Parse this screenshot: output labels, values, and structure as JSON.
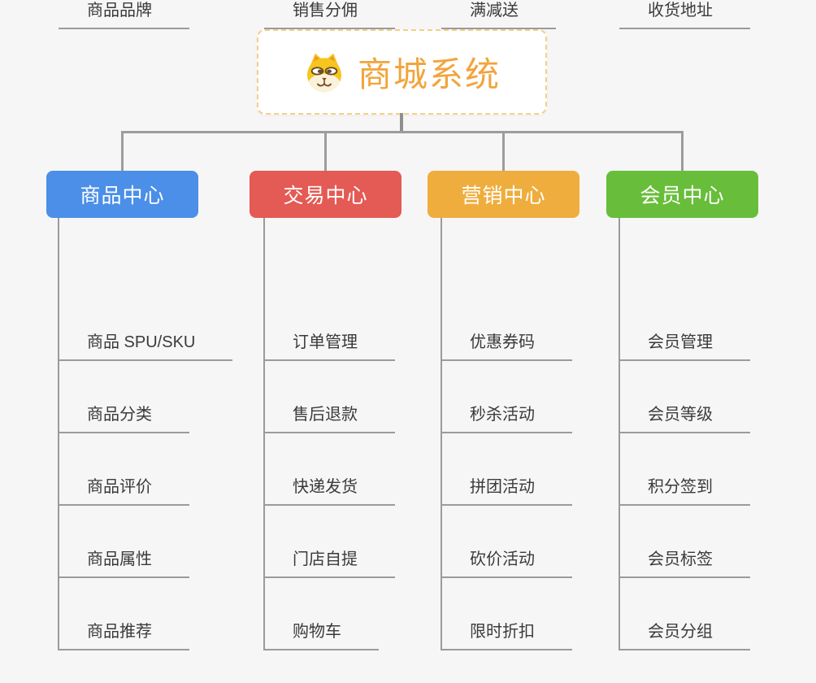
{
  "root": {
    "title": "商城系统",
    "icon": "doge-icon"
  },
  "branches": [
    {
      "label": "商品中心",
      "color": "#4B8FE8",
      "items": [
        "商品 SPU/SKU",
        "商品分类",
        "商品评价",
        "商品属性",
        "商品推荐",
        "商品品牌"
      ]
    },
    {
      "label": "交易中心",
      "color": "#E45A54",
      "items": [
        "订单管理",
        "售后退款",
        "快递发货",
        "门店自提",
        "购物车",
        "销售分佣"
      ]
    },
    {
      "label": "营销中心",
      "color": "#EFAD3D",
      "items": [
        "优惠券码",
        "秒杀活动",
        "拼团活动",
        "砍价活动",
        "限时折扣",
        "满减送"
      ]
    },
    {
      "label": "会员中心",
      "color": "#68BE3A",
      "items": [
        "会员管理",
        "会员等级",
        "积分签到",
        "会员标签",
        "会员分组",
        "收货地址"
      ]
    }
  ],
  "colors": {
    "background": "#F6F6F6",
    "root_text": "#F2A43C",
    "root_border": "#F6CE8C",
    "connector": "#9C9C9C",
    "leaf_text": "#3A3A3C"
  }
}
